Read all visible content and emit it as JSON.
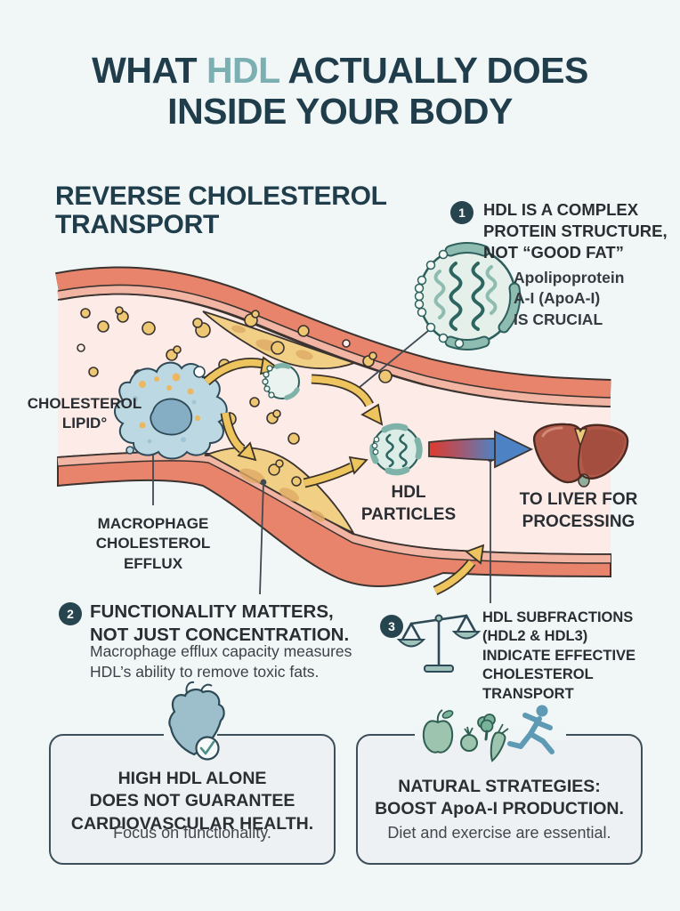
{
  "title": {
    "pre": "WHAT ",
    "highlight": "HDL",
    "post": " ACTUALLY DOES",
    "line2": "INSIDE YOUR BODY",
    "color": "#203d4c",
    "highlight_color": "#7cafb1"
  },
  "section": {
    "heading_lines": [
      "REVERSE CHOLESTEROL",
      "TRANSPORT"
    ]
  },
  "points": [
    {
      "number": "1",
      "heading_lines": [
        "HDL IS A COMPLEX",
        "PROTEIN STRUCTURE,",
        "NOT “GOOD FAT”"
      ],
      "note_lines": [
        "Apolipoprotein",
        "A-I (ApoA-I)",
        "IS CRUCIAL"
      ]
    },
    {
      "number": "2",
      "heading_lines": [
        "FUNCTIONALITY MATTERS,",
        "NOT JUST CONCENTRATION."
      ],
      "body_lines": [
        "Macrophage efflux capacity measures",
        "HDL’s ability to remove toxic fats."
      ]
    },
    {
      "number": "3",
      "heading_lines": [
        "HDL SUBFRACTIONS",
        "(HDL2 & HDL3)",
        "INDICATE EFFECTIVE",
        "CHOLESTEROL TRANSPORT"
      ]
    }
  ],
  "diagram": {
    "labels": {
      "cholesterol_lipid_lines": [
        "CHOLESTEROL",
        "LIPID°"
      ],
      "macrophage_efflux_lines": [
        "MACROPHAGE",
        "CHOLESTEROL",
        "EFFLUX"
      ],
      "hdl_particles_lines": [
        "HDL",
        "PARTICLES"
      ],
      "to_liver_lines": [
        "TO LIVER FOR",
        "PROCESSING"
      ]
    },
    "icons": {
      "apoa1_particle": "hdl-protein-particle-icon",
      "macrophage": "macrophage-cell-icon",
      "hdl_particle": "hdl-particle-icon",
      "liver": "liver-icon",
      "scale": "balance-scale-icon",
      "heart": "heart-check-icon",
      "foods": [
        "apple-icon",
        "vegetables-icon",
        "runner-icon"
      ]
    },
    "colors": {
      "vessel_wall": "#e8846b",
      "vessel_lining": "#f3b5a3",
      "lumen": "#fcebe7",
      "plaque": "#f1d085",
      "cholesterol": "#eec772",
      "arrow_yellow": "#eec45e",
      "arrow_red": "#e03a2c",
      "arrow_blue": "#4d83c4",
      "macrophage": "#bcd8e2",
      "particle_teal": "#7fb2a8",
      "liver": "#b2594a",
      "badge": "#27454f",
      "icon_teal": "#5e9ab4",
      "icon_green": "#9dc4ae"
    }
  },
  "boxes": [
    {
      "heading_lines": [
        "HIGH HDL ALONE",
        "DOES NOT GUARANTEE",
        "CARDIOVASCULAR HEALTH."
      ],
      "subtext": "Focus on functionality."
    },
    {
      "heading_lines": [
        "NATURAL STRATEGIES:",
        "BOOST ApoA-I PRODUCTION."
      ],
      "subtext": "Diet and exercise are essential."
    }
  ]
}
